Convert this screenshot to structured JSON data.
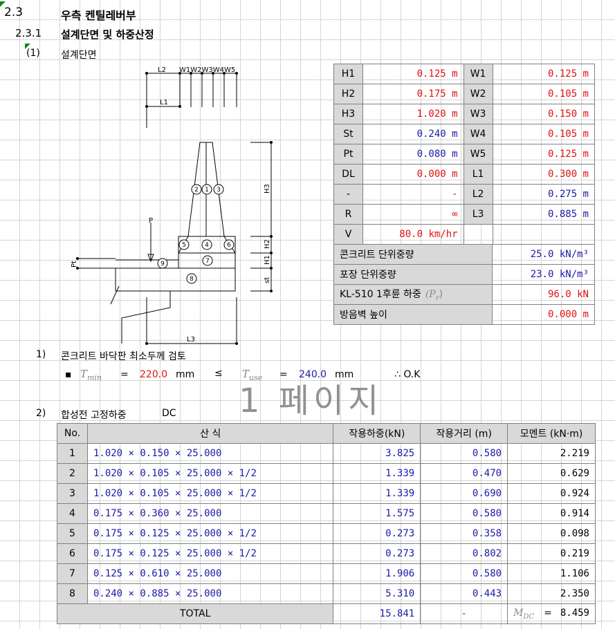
{
  "heading": {
    "sec_num": "2.3",
    "sec_title": "우측 켄틸레버부",
    "sub_num": "2.3.1",
    "sub_title": "설계단면 및 하중산정",
    "item_num": "(1)",
    "item_title": "설계단면"
  },
  "diagram": {
    "labels": {
      "L2": "L2",
      "W": "W1W2W3W4W5",
      "L1": "L1",
      "H3": "H3",
      "H2": "H2",
      "H1": "H1",
      "st": "st",
      "Pt": "Pt",
      "P": "P",
      "L3": "L3"
    },
    "circles": [
      "1",
      "2",
      "3",
      "4",
      "5",
      "6",
      "7",
      "8",
      "9"
    ]
  },
  "params": [
    {
      "k1": "H1",
      "v1": "0.125 m",
      "c1": "red",
      "k2": "W1",
      "v2": "0.125 m",
      "c2": "red"
    },
    {
      "k1": "H2",
      "v1": "0.175 m",
      "c1": "red",
      "k2": "W2",
      "v2": "0.105 m",
      "c2": "red"
    },
    {
      "k1": "H3",
      "v1": "1.020 m",
      "c1": "red",
      "k2": "W3",
      "v2": "0.150 m",
      "c2": "red"
    },
    {
      "k1": "St",
      "v1": "0.240 m",
      "c1": "blue",
      "k2": "W4",
      "v2": "0.105 m",
      "c2": "red"
    },
    {
      "k1": "Pt",
      "v1": "0.080 m",
      "c1": "blue",
      "k2": "W5",
      "v2": "0.125 m",
      "c2": "red"
    },
    {
      "k1": "DL",
      "v1": "0.000 m",
      "c1": "red",
      "k2": "L1",
      "v2": "0.300 m",
      "c2": "red"
    },
    {
      "k1": "-",
      "v1": "-",
      "c1": "red",
      "k2": "L2",
      "v2": "0.275 m",
      "c2": "blue"
    },
    {
      "k1": "R",
      "v1": "∞",
      "c1": "red",
      "k2": "L3",
      "v2": "0.885 m",
      "c2": "blue"
    },
    {
      "k1": "V",
      "v1": "80.0 km/hr",
      "c1": "red",
      "k2": "",
      "v2": "",
      "c2": "red"
    }
  ],
  "props": [
    {
      "label": "콘크리트 단위중량",
      "value": "25.0 kN/m³",
      "color": "blue"
    },
    {
      "label": "포장 단위중량",
      "value": "23.0 kN/m³",
      "color": "blue"
    },
    {
      "label": "KL-510 1후륜 하중",
      "sym": "(P",
      "sub": "r",
      "close": ")",
      "value": "96.0 kN",
      "color": "red"
    },
    {
      "label": "방음벽 높이",
      "value": "0.000 m",
      "color": "red"
    }
  ],
  "check": {
    "num": "1)",
    "title": "콘크리트 바닥판 최소두께 검토",
    "bullet": "▪",
    "tmin_sym": "T",
    "tmin_sub": "min",
    "eq1": "=",
    "tmin_val": "220.0",
    "unit1": "mm",
    "le": "≤",
    "tuse_sym": "T",
    "tuse_sub": "use",
    "eq2": "=",
    "tuse_val": "240.0",
    "unit2": "mm",
    "result": "∴ O.K"
  },
  "watermark": "1 페이지",
  "dc": {
    "num": "2)",
    "title": "합성전 고정하중",
    "code": "DC",
    "headers": [
      "No.",
      "산          식",
      "작용하중(kN)",
      "작용거리 (m)",
      "모멘트 (kN·m)"
    ],
    "rows": [
      {
        "no": "1",
        "expr": "1.020 × 0.150 × 25.000",
        "load": "3.825",
        "dist": "0.580",
        "moment": "2.219"
      },
      {
        "no": "2",
        "expr": "1.020 × 0.105 × 25.000 × 1/2",
        "load": "1.339",
        "dist": "0.470",
        "moment": "0.629"
      },
      {
        "no": "3",
        "expr": "1.020 × 0.105 × 25.000 × 1/2",
        "load": "1.339",
        "dist": "0.690",
        "moment": "0.924"
      },
      {
        "no": "4",
        "expr": "0.175 × 0.360 × 25.000",
        "load": "1.575",
        "dist": "0.580",
        "moment": "0.914"
      },
      {
        "no": "5",
        "expr": "0.175 × 0.125 × 25.000 × 1/2",
        "load": "0.273",
        "dist": "0.358",
        "moment": "0.098"
      },
      {
        "no": "6",
        "expr": "0.175 × 0.125 × 25.000 × 1/2",
        "load": "0.273",
        "dist": "0.802",
        "moment": "0.219"
      },
      {
        "no": "7",
        "expr": "0.125 × 0.610 × 25.000",
        "load": "1.906",
        "dist": "0.580",
        "moment": "1.106"
      },
      {
        "no": "8",
        "expr": "0.240 × 0.885 × 25.000",
        "load": "5.310",
        "dist": "0.443",
        "moment": "2.350"
      }
    ],
    "total": {
      "label": "TOTAL",
      "load": "15.841",
      "dist": "-",
      "msym": "M",
      "msub": "DC",
      "eq": "=",
      "moment": "8.459"
    }
  },
  "colors": {
    "red": "#e01010",
    "blue": "#1a1aa8",
    "header_bg": "#d9d9d9",
    "grid": "#d4d4d4"
  }
}
